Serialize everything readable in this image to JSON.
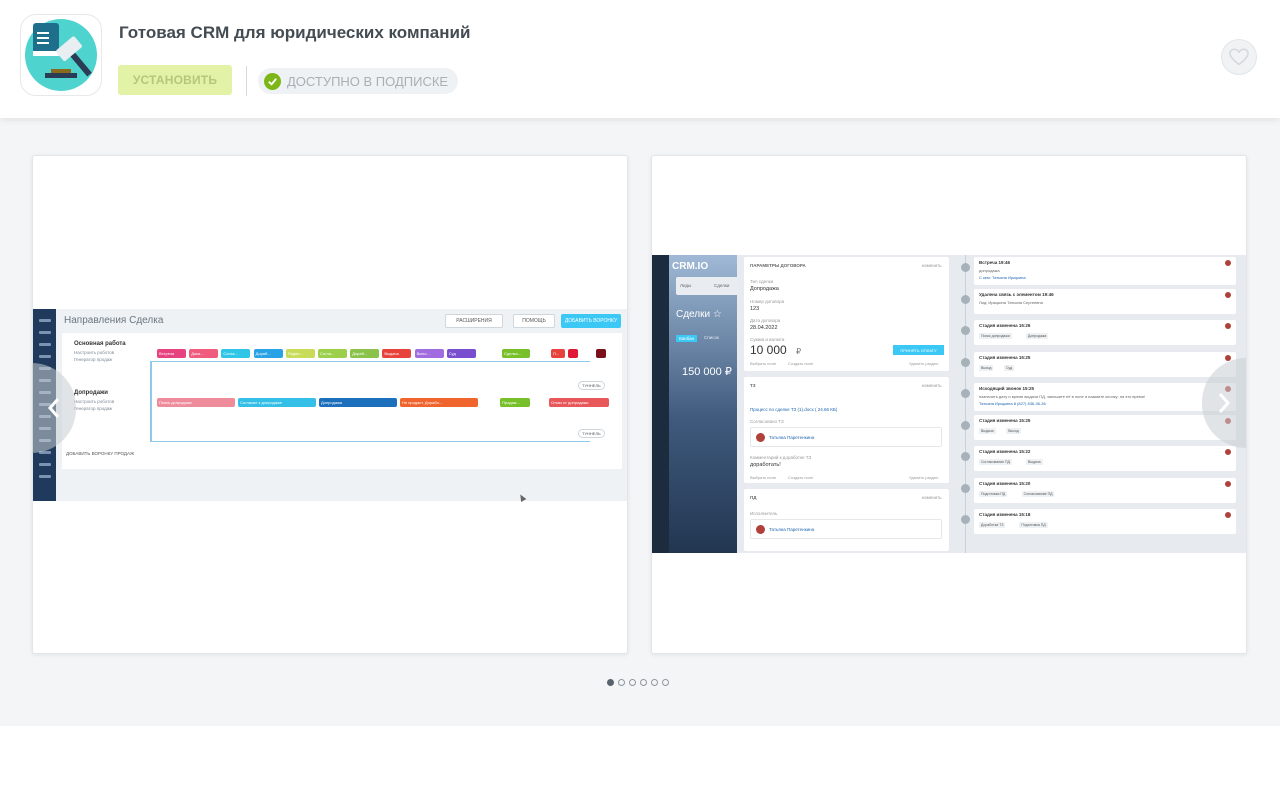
{
  "app": {
    "title": "Готовая CRM для юридических компаний",
    "install_label": "УСТАНОВИТЬ",
    "subscription_label": "ДОСТУПНО В ПОДПИСКЕ",
    "icon": "gavel-book-icon",
    "favorite_icon": "heart-icon"
  },
  "colors": {
    "install_bg": "#e2f2a6",
    "subscription_check": "#7cb717",
    "gallery_bg": "#f3f5f7",
    "app_icon_bg": "#4fd3cf"
  },
  "gallery": {
    "dots_total": 6,
    "active_dot": 1,
    "prev_icon": "chevron-left-icon",
    "next_icon": "chevron-right-icon"
  },
  "slide1": {
    "heading": "Направления Сделка",
    "btn_extensions": "РАСШИРЕНИЯ",
    "btn_help": "ПОМОЩЬ",
    "btn_add_funnel": "ДОБАВИТЬ ВОРОНКУ",
    "funnel1_title": "Основная работа",
    "funnel1_sub1": "Настроить роботов",
    "funnel1_sub2": "Генератор продаж",
    "funnel2_title": "Допродажи",
    "funnel2_sub1": "Настроить роботов",
    "funnel2_sub2": "Генератор продаж",
    "add_funnel_link": "ДОБАВИТЬ ВОРОНКУ ПРОДАЖ",
    "link_btn": "ТУННЕЛЬ",
    "funnel1_stages": [
      {
        "label": "Встреча",
        "color": "#e8417f"
      },
      {
        "label": "Дока...",
        "color": "#ef5c7d"
      },
      {
        "label": "Согла...",
        "color": "#2fc6e8"
      },
      {
        "label": "Дораб...",
        "color": "#2aa3e6"
      },
      {
        "label": "Подпи...",
        "color": "#c9dc5a"
      },
      {
        "label": "Согла...",
        "color": "#9cd04a"
      },
      {
        "label": "Дораб...",
        "color": "#8bc34a"
      },
      {
        "label": "Выдача",
        "color": "#e7433c"
      },
      {
        "label": "Выпо...",
        "color": "#a06ce0"
      },
      {
        "label": "Суд",
        "color": "#7a4fcf"
      }
    ],
    "funnel1_won": "Сделка...",
    "funnel1_lost": "П...",
    "funnel2_stages": [
      {
        "label": "Поиск допродажи",
        "color": "#ef8c9b"
      },
      {
        "label": "Согласие к допродаже",
        "color": "#33bfe6"
      },
      {
        "label": "Допродажа",
        "color": "#1c6fba"
      },
      {
        "label": "Не продаст. Дорабо...",
        "color": "#f0642d"
      }
    ],
    "funnel2_won": "Продаж...",
    "funnel2_lost": "Отказ от допродажи"
  },
  "slide2": {
    "brand": "CRM.IO",
    "tab_leads": "Лиды",
    "tab_deals": "Сделки",
    "left_title": "Сделки ☆",
    "view_kanban": "Канбан",
    "view_list": "Список",
    "amount_left": "150 000 ₽",
    "mid_section1": "ПАРАМЕТРЫ ДОГОВОРА",
    "mid_edit": "изменить",
    "field_contract_type": "Тип сделки",
    "val_contract_type": "Допродажа",
    "field_number": "Номер договора",
    "val_number": "123",
    "field_date": "Дата договора",
    "val_date": "28.04.2022",
    "field_sum": "Сумма и валюта",
    "val_sum": "10 000",
    "val_currency": "₽",
    "btn_pay": "ПРИНЯТЬ ОПЛАТУ",
    "link_choose": "Выбрать поле",
    "link_create": "Создать поле",
    "link_delete": "Удалить раздел",
    "mid_section2": "ТЗ",
    "tz_file": "Процесс по сделке ТЗ (1).docx ( 24.66 КБ)",
    "tz_agreed": "Согласовано ТЗ",
    "person": "Татьяна Паретенкина",
    "tz_comment_label": "Комментарий к доработке ТЗ",
    "tz_comment": "доработать!",
    "mid_section3": "ПД",
    "pd_executor": "Исполнитель",
    "timeline": [
      {
        "title": "Встреча",
        "time": "19:46",
        "line1": "допродажа",
        "line2": "С кем: Татьяна Иркцкина",
        "tags": []
      },
      {
        "title": "Удалена связь с элементом",
        "time": "19:46",
        "line1": "Лид: Иркцкина Татьяна Сергеевна",
        "line2": "",
        "tags": []
      },
      {
        "title": "Стадия изменена",
        "time": "15:26",
        "line1": "",
        "line2": "",
        "tags": [
          "Поиск допродажи",
          "Допродажа"
        ]
      },
      {
        "title": "Стадия изменена",
        "time": "15:25",
        "line1": "",
        "line2": "",
        "tags": [
          "Выход",
          "Суд"
        ]
      },
      {
        "title": "Исходящий звонок",
        "time": "15:25",
        "line1": "назначить дату и время выдачи ПД, запишите её в поле и нажмите кнопку: на это время!",
        "line2": "Татьяна Иркцкина 8 (827) 836-36-36",
        "tags": []
      },
      {
        "title": "Стадия изменена",
        "time": "15:25",
        "line1": "",
        "line2": "",
        "tags": [
          "Выдача",
          "Выход"
        ]
      },
      {
        "title": "Стадия изменена",
        "time": "15:22",
        "line1": "",
        "line2": "",
        "tags": [
          "Согласование ПД",
          "Выдача"
        ]
      },
      {
        "title": "Стадия изменена",
        "time": "15:20",
        "line1": "",
        "line2": "",
        "tags": [
          "Подготовка ПД",
          "Согласование ПД"
        ]
      },
      {
        "title": "Стадия изменена",
        "time": "15:18",
        "line1": "",
        "line2": "",
        "tags": [
          "Доработка ТЗ",
          "Подготовка ПД"
        ]
      }
    ]
  }
}
